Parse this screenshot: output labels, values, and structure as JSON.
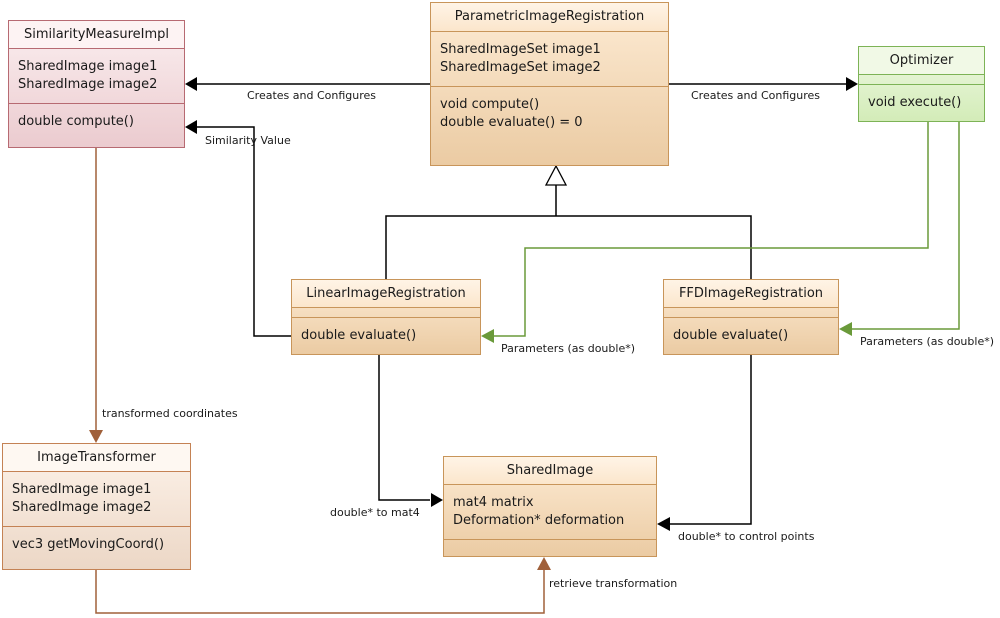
{
  "classes": {
    "similarity": {
      "name": "SimilarityMeasureImpl",
      "attributes": [
        "SharedImage image1",
        "SharedImage image2"
      ],
      "methods": [
        "double compute()"
      ]
    },
    "parametric": {
      "name": "ParametricImageRegistration",
      "attributes": [
        "SharedImageSet image1",
        "SharedImageSet image2"
      ],
      "methods": [
        "void compute()",
        "double evaluate() = 0"
      ]
    },
    "optimizer": {
      "name": "Optimizer",
      "attributes": [],
      "methods": [
        "void execute()"
      ]
    },
    "linear": {
      "name": "LinearImageRegistration",
      "attributes": [],
      "methods": [
        "double evaluate()"
      ]
    },
    "ffd": {
      "name": "FFDImageRegistration",
      "attributes": [],
      "methods": [
        "double evaluate()"
      ]
    },
    "transformer": {
      "name": "ImageTransformer",
      "attributes": [
        "SharedImage image1",
        "SharedImage image2"
      ],
      "methods": [
        "vec3 getMovingCoord()"
      ]
    },
    "sharedimage": {
      "name": "SharedImage",
      "attributes": [
        "mat4 matrix",
        "Deformation* deformation"
      ],
      "methods": []
    }
  },
  "edges": {
    "creates_left": "Creates and Configures",
    "creates_right": "Creates and Configures",
    "similarity_value": "Similarity Value",
    "params_linear": "Parameters (as double*)",
    "params_ffd": "Parameters (as double*)",
    "transformed_coords": "transformed coordinates",
    "double_to_mat4": "double* to mat4",
    "double_to_cp": "double* to control points",
    "retrieve_transformation": "retrieve transformation"
  },
  "colors": {
    "black_edge": "#000000",
    "green_edge": "#6a9a3a",
    "brown_edge": "#a0603a"
  }
}
